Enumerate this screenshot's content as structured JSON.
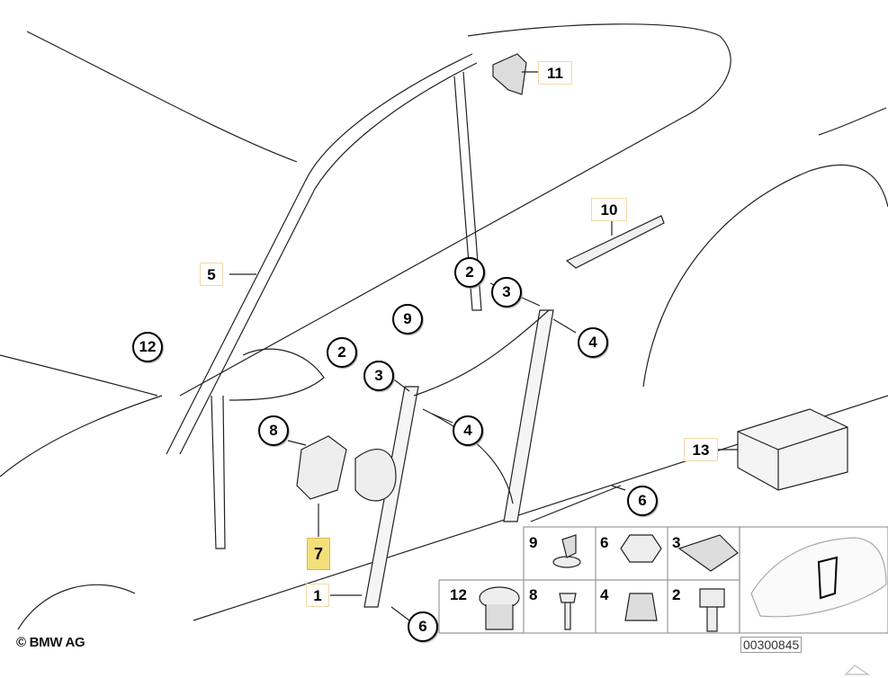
{
  "diagram": {
    "copyright": "© BMW AG",
    "drawing_code": "00300845",
    "highlighted_part": "7",
    "callouts": {
      "c1": "1",
      "c2a": "2",
      "c2b": "2",
      "c3a": "3",
      "c3b": "3",
      "c4a": "4",
      "c4b": "4",
      "c5": "5",
      "c6a": "6",
      "c6b": "6",
      "c7": "7",
      "c8": "8",
      "c9": "9",
      "c10": "10",
      "c11": "11",
      "c12": "12",
      "c13": "13"
    },
    "parts_grid": {
      "r1c1": "9",
      "r1c2": "6",
      "r1c3": "3",
      "r2c1": "12",
      "r2c2": "8",
      "r2c3": "4",
      "r2c4": "2"
    }
  }
}
